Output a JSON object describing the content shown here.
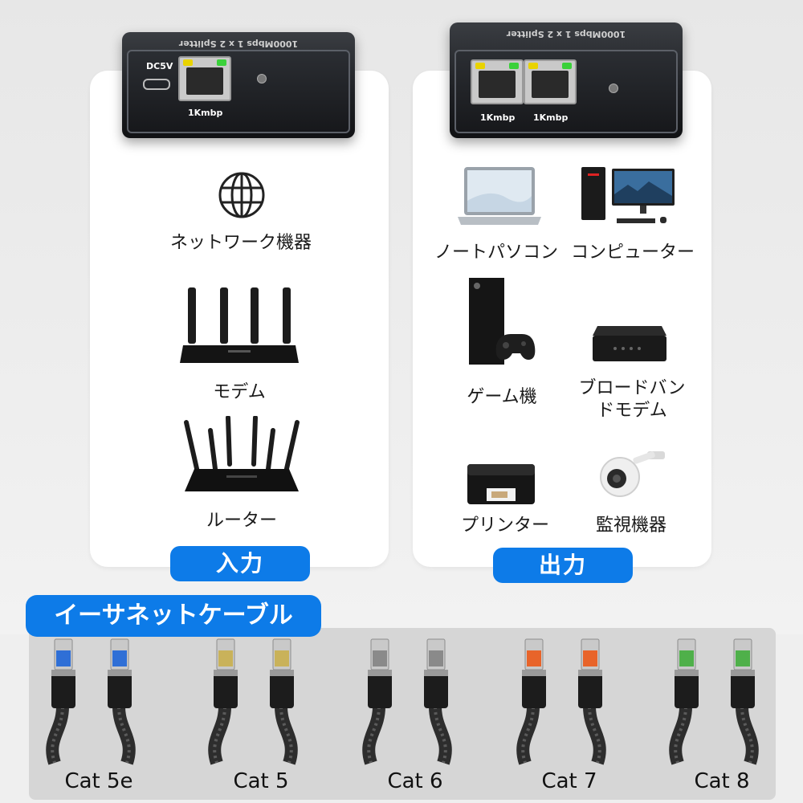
{
  "left_device": {
    "top_text": "1000Mbps 1 x 2 Splitter",
    "power_label": "DC5V",
    "port_label": "1Kmbp"
  },
  "right_device": {
    "top_text": "1000Mbps 1 x 2 Splitter",
    "port_labels": [
      "1Kmbp",
      "1Kmbp"
    ]
  },
  "input_panel": {
    "items": [
      {
        "label": "ネットワーク機器",
        "icon": "globe-icon"
      },
      {
        "label": "モデム",
        "icon": "modem-icon"
      },
      {
        "label": "ルーター",
        "icon": "router-icon"
      }
    ],
    "badge": "入力"
  },
  "output_panel": {
    "items": [
      {
        "label": "ノートパソコン",
        "icon": "laptop-icon"
      },
      {
        "label": "コンピューター",
        "icon": "desktop-computer-icon"
      },
      {
        "label": "ゲーム機",
        "icon": "game-console-icon"
      },
      {
        "label": "ブロードバンドモデム",
        "icon": "broadband-modem-icon"
      },
      {
        "label": "プリンター",
        "icon": "printer-icon"
      },
      {
        "label": "監視機器",
        "icon": "security-camera-icon"
      }
    ],
    "badge": "出力"
  },
  "cables": {
    "title": "イーサネットケーブル",
    "items": [
      {
        "label": "Cat 5e",
        "color": "#2f6fd6"
      },
      {
        "label": "Cat 5",
        "color": "#c9b25a"
      },
      {
        "label": "Cat 6",
        "color": "#8a8a8a"
      },
      {
        "label": "Cat 7",
        "color": "#e8642a"
      },
      {
        "label": "Cat 8",
        "color": "#4fb04a"
      }
    ]
  },
  "colors": {
    "accent": "#0d7be8"
  }
}
